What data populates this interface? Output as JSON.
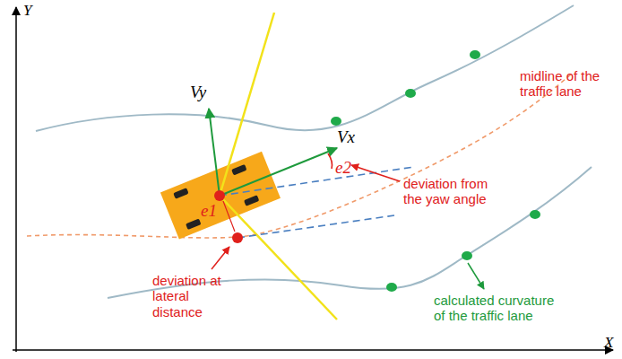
{
  "diagram": {
    "labels": [
      "Y",
      "midline of the traffic lane",
      "Vy",
      "Vx",
      "e2",
      "deviation from the yaw angle",
      "e1",
      "deviation at lateral distance",
      "calculated curvature of the traffic lane",
      "X"
    ]
  }
}
